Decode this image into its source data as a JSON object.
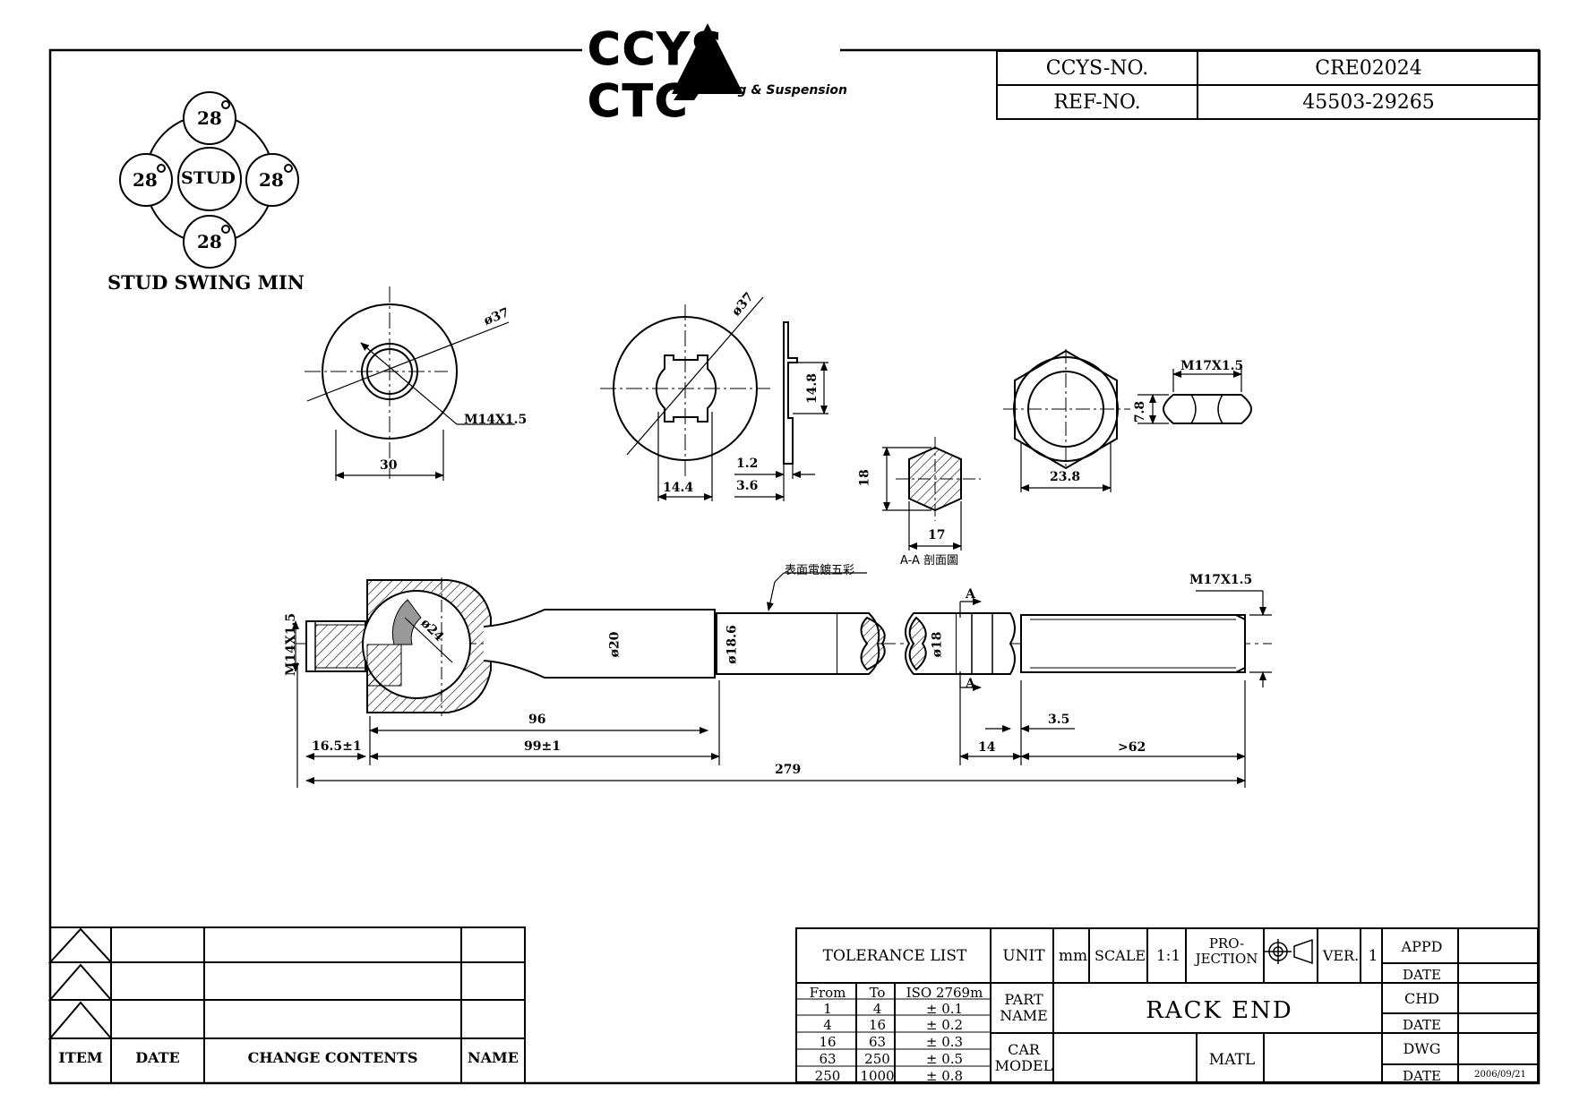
{
  "logo": {
    "brand": "CCYS CTC",
    "tagline": "Steering & Suspension"
  },
  "header": {
    "ccys_label": "CCYS-NO.",
    "ccys_value": "CRE02024",
    "ref_label": "REF-NO.",
    "ref_value": "45503-29265"
  },
  "stud_swing": {
    "center": "STUD",
    "angle": "28",
    "caption": "STUD SWING MIN"
  },
  "dims": {
    "d37a": "ø37",
    "m14a": "M14X1.5",
    "d30": "30",
    "d37b": "ø37",
    "d14_8": "14.8",
    "d1_2": "1.2",
    "d14_4": "14.4",
    "d3_6": "3.6",
    "d18": "18",
    "d17": "17",
    "section": "A-A 剖面圖",
    "m17a": "M17X1.5",
    "d7_8": "7.8",
    "d23_8": "23.8",
    "note": "表面電鍍五彩",
    "m17b": "M17X1.5",
    "sec_a": "A",
    "m14b": "M14X1.5",
    "d24": "ø24",
    "d20": "ø20",
    "d18_6": "ø18.6",
    "d18b": "ø18",
    "d96": "96",
    "d16_5": "16.5±1",
    "d99": "99±1",
    "d279": "279",
    "d3_5": "3.5",
    "d14": "14",
    "d62": ">62"
  },
  "revision": {
    "item": "ITEM",
    "date": "DATE",
    "change": "CHANGE CONTENTS",
    "name": "NAME"
  },
  "title_block": {
    "tolerance": "TOLERANCE LIST",
    "tol_head": [
      "From",
      "To",
      "ISO 2769m"
    ],
    "tol_rows": [
      [
        "1",
        "4",
        "± 0.1"
      ],
      [
        "4",
        "16",
        "± 0.2"
      ],
      [
        "16",
        "63",
        "± 0.3"
      ],
      [
        "63",
        "250",
        "± 0.5"
      ],
      [
        "250",
        "1000",
        "± 0.8"
      ]
    ],
    "unit": "UNIT",
    "unit_val": "mm",
    "scale": "SCALE",
    "scale_val": "1:1",
    "projection": "PRO- JECTION",
    "ver": "VER.",
    "ver_val": "1",
    "appd": "APPD",
    "date1": "DATE",
    "chd": "CHD",
    "date2": "DATE",
    "dwg": "DWG",
    "date3": "DATE",
    "date_val": "2006/09/21",
    "part_name_label": "PART NAME",
    "part_name": "RACK END",
    "car_model_label": "CAR MODEL",
    "matl": "MATL"
  }
}
